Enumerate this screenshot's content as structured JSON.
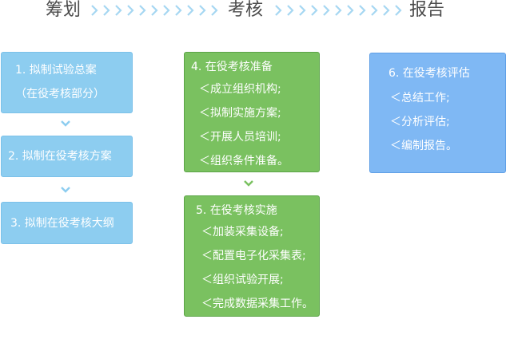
{
  "phases": {
    "planning": "筹划",
    "assessment": "考核",
    "report": "报告"
  },
  "colors": {
    "light_blue": "#8dcdf0",
    "green": "#7ac160",
    "blue": "#7fb8f4",
    "arrow": "#a6d7f2"
  },
  "steps": [
    {
      "title": "1. 拟制试验总案",
      "subtitle": "（在役考核部分）"
    },
    {
      "title": "2. 拟制在役考核方案"
    },
    {
      "title": "3. 拟制在役考核大纲"
    },
    {
      "title": "4. 在役考核准备",
      "items": [
        "＜成立组织机构;",
        "＜拟制实施方案;",
        "＜开展人员培训;",
        "＜组织条件准备。"
      ]
    },
    {
      "title": "5. 在役考核实施",
      "items": [
        "＜加装采集设备;",
        "＜配置电子化采集表;",
        "＜组织试验开展;",
        "＜完成数据采集工作。"
      ]
    },
    {
      "title": "6. 在役考核评估",
      "items": [
        "＜总结工作;",
        "＜分析评估;",
        "＜编制报告。"
      ]
    }
  ]
}
